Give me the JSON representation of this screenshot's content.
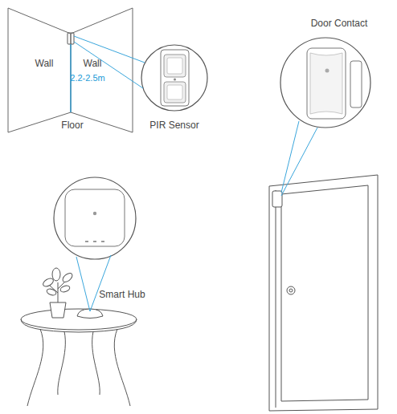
{
  "diagram": {
    "nodes": [
      {
        "text": [
          "Wall"
        ]
      },
      {
        "text": [
          "Wall"
        ]
      },
      {
        "text": [
          "PIR Sensor"
        ]
      },
      {
        "text": [
          "Door Contact"
        ]
      },
      {
        "text": [
          "Smart Hub"
        ]
      }
    ],
    "labels": [
      "2.2-2.5m",
      "Floor"
    ]
  }
}
